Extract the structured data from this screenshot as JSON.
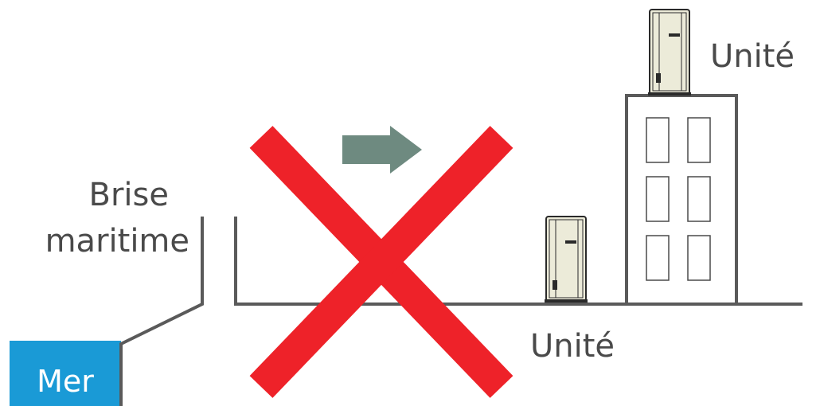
{
  "labels": {
    "breeze_line1": "Brise",
    "breeze_line2": "maritime",
    "sea": "Mer",
    "unit_roof": "Unité",
    "unit_ground": "Unité"
  },
  "colors": {
    "sea": "#1a9ad6",
    "cross": "#ee2229",
    "arrow": "#6e8a80",
    "line": "#5a5a5a",
    "unit_body": "#ecebd9",
    "text": "#4a4a4a"
  },
  "icons": {
    "cross": "prohibited-x-icon",
    "arrow": "arrow-right-icon",
    "unit": "outdoor-unit-icon",
    "building": "building-icon"
  }
}
